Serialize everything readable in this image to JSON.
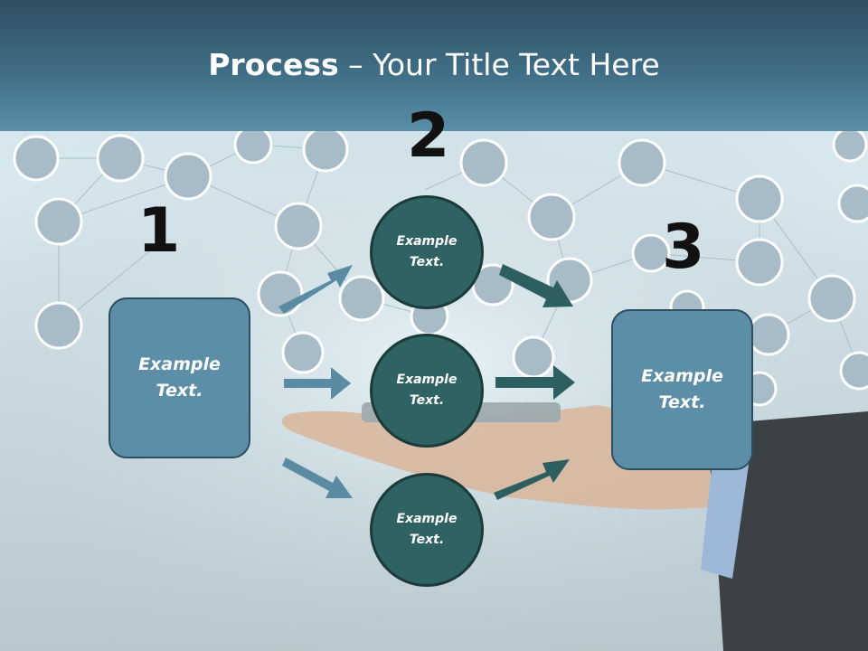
{
  "title": {
    "bold": "Process",
    "rest": " – Your Title Text Here"
  },
  "steps": [
    "1",
    "2",
    "3"
  ],
  "left_box": {
    "text": "Example Text."
  },
  "circles": [
    {
      "text": "Example Text."
    },
    {
      "text": "Example Text."
    },
    {
      "text": "Example Text."
    }
  ],
  "right_box": {
    "text": "Example Text."
  },
  "colors": {
    "title_bar": "#3f6e86",
    "box": "#5d8ea8",
    "circle": "#2f6262",
    "arrow_light": "#5b8ba3",
    "arrow_dark": "#2e5f60"
  }
}
